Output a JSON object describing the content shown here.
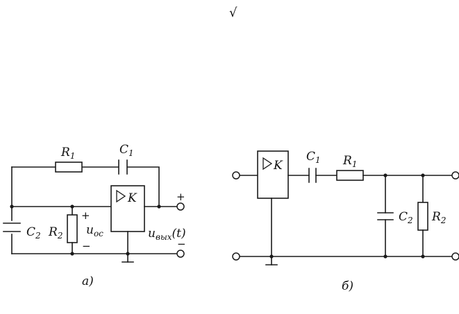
{
  "top_symbol": "√",
  "circuit_a": {
    "caption": "а)",
    "amp_label": "K",
    "r1": {
      "letter": "R",
      "index": "1"
    },
    "c1": {
      "letter": "C",
      "index": "1"
    },
    "c2": {
      "letter": "C",
      "index": "2"
    },
    "r2": {
      "letter": "R",
      "index": "2"
    },
    "u_oc": {
      "letter": "u",
      "index": "ос"
    },
    "u_out": {
      "letter": "u",
      "index": "вых",
      "arg": "(t)"
    },
    "plus": "+",
    "minus": "−"
  },
  "circuit_b": {
    "caption": "б)",
    "amp_label": "K",
    "c1": {
      "letter": "C",
      "index": "1"
    },
    "r1": {
      "letter": "R",
      "index": "1"
    },
    "c2": {
      "letter": "C",
      "index": "2"
    },
    "r2": {
      "letter": "R",
      "index": "2"
    }
  }
}
